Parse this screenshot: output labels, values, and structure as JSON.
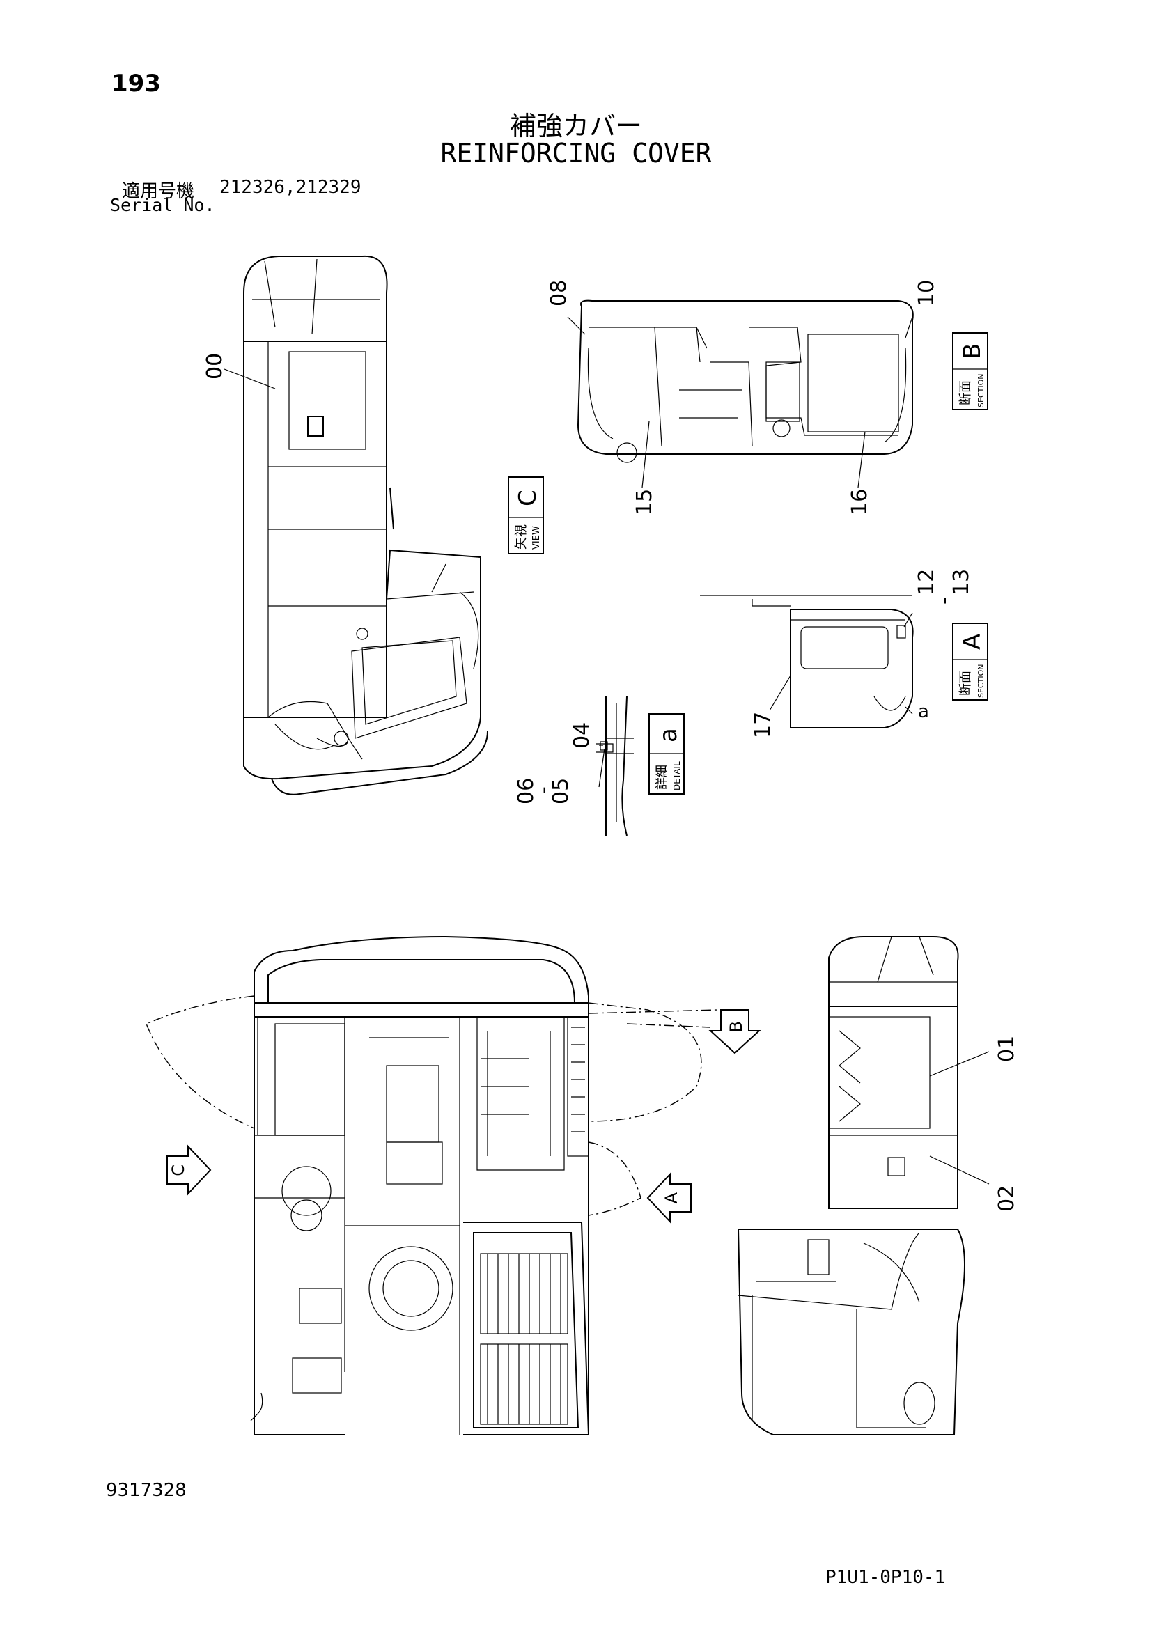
{
  "page_number": "193",
  "title": {
    "japanese": "補強カバー",
    "english": "REINFORCING COVER"
  },
  "serial": {
    "label_jp": "適用号機",
    "numbers": "212326,212329",
    "label_en": "Serial No."
  },
  "drawing_number": "9317328",
  "page_ref": "P1U1-0P10-1",
  "callouts": {
    "c00": "00",
    "c01": "01",
    "c02": "02",
    "c04": "04",
    "c05": "05",
    "c06": "06",
    "c08": "08",
    "c10": "10",
    "c12": "12",
    "c13": "13",
    "c15": "15",
    "c16": "16",
    "c17": "17"
  },
  "view_boxes": {
    "view_c": {
      "jp": "矢視",
      "en": "VIEW",
      "letter": "C"
    },
    "section_b": {
      "jp": "断面",
      "en": "SECTION",
      "letter": "B"
    },
    "section_a": {
      "jp": "断面",
      "en": "SECTION",
      "letter": "A"
    },
    "detail_a": {
      "jp": "詳細",
      "en": "DETAIL",
      "letter": "a"
    }
  },
  "markers": {
    "b": "B",
    "c": "C",
    "a": "A",
    "detail_a_ref": "a"
  }
}
